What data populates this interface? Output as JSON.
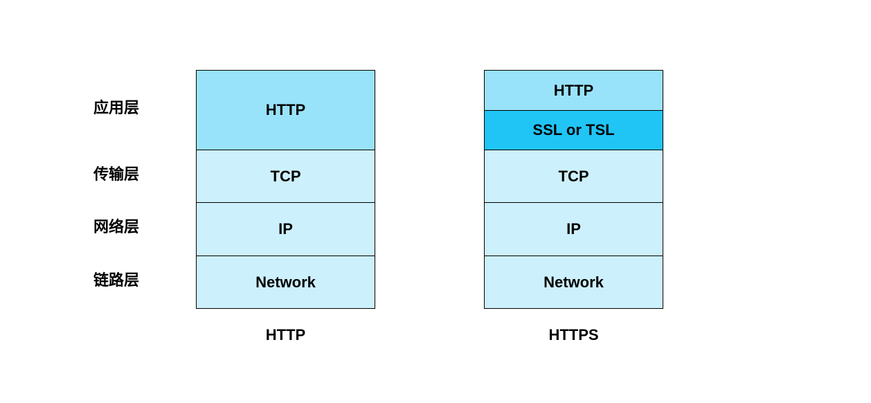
{
  "layer_labels": [
    {
      "text": "应用层"
    },
    {
      "text": "传输层"
    },
    {
      "text": "网络层"
    },
    {
      "text": "链路层"
    }
  ],
  "stacks": {
    "http": {
      "caption": "HTTP",
      "cells": [
        {
          "text": "HTTP",
          "color": "#99e3fa"
        },
        {
          "text": "TCP",
          "color": "#ccf0fc"
        },
        {
          "text": "IP",
          "color": "#ccf0fc"
        },
        {
          "text": "Network",
          "color": "#ccf0fc"
        }
      ]
    },
    "https": {
      "caption": "HTTPS",
      "cells": [
        {
          "text": "HTTP",
          "color": "#99e3fa"
        },
        {
          "text": "SSL or TSL",
          "color": "#20c5f6"
        },
        {
          "text": "TCP",
          "color": "#ccf0fc"
        },
        {
          "text": "IP",
          "color": "#ccf0fc"
        },
        {
          "text": "Network",
          "color": "#ccf0fc"
        }
      ]
    }
  }
}
